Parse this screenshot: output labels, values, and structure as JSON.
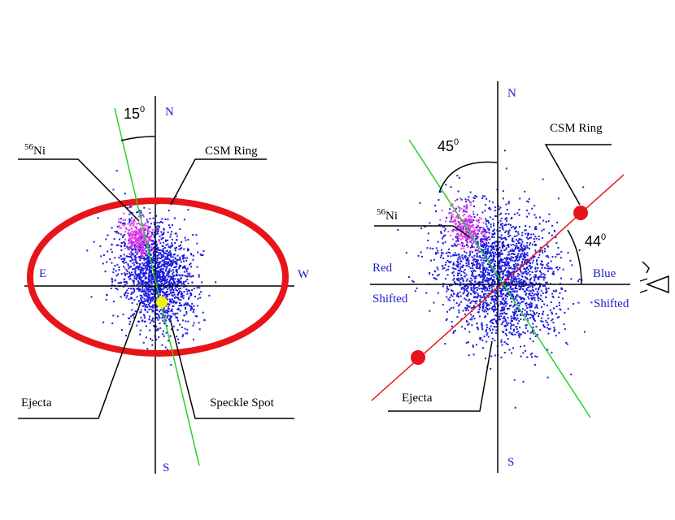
{
  "left_panel": {
    "north": "N",
    "south": "S",
    "east": "E",
    "west": "W",
    "angle": "15",
    "angle_unit": "0",
    "ni_mass": "56",
    "ni_element": "Ni",
    "csm_ring": "CSM Ring",
    "ejecta": "Ejecta",
    "speckle_spot": "Speckle Spot"
  },
  "right_panel": {
    "north": "N",
    "south": "S",
    "angle_top": "45",
    "angle_top_unit": "0",
    "angle_right": "44",
    "angle_right_unit": "0",
    "ni_mass": "56",
    "ni_element": "Ni",
    "csm_ring": "CSM Ring",
    "ejecta": "Ejecta",
    "red_word": "Red",
    "red_shifted": "Shifted",
    "blue_word": "Blue",
    "blue_shifted": "Shifted"
  },
  "colors": {
    "ring": "#e8141a",
    "ejecta": "#1a1adf",
    "nickel": "#e53ae8",
    "speckle": "#f2f20a",
    "tilt_line": "#28d028",
    "blue_text": "#1d1dcf"
  },
  "icons": {
    "observer": "eye-icon"
  }
}
